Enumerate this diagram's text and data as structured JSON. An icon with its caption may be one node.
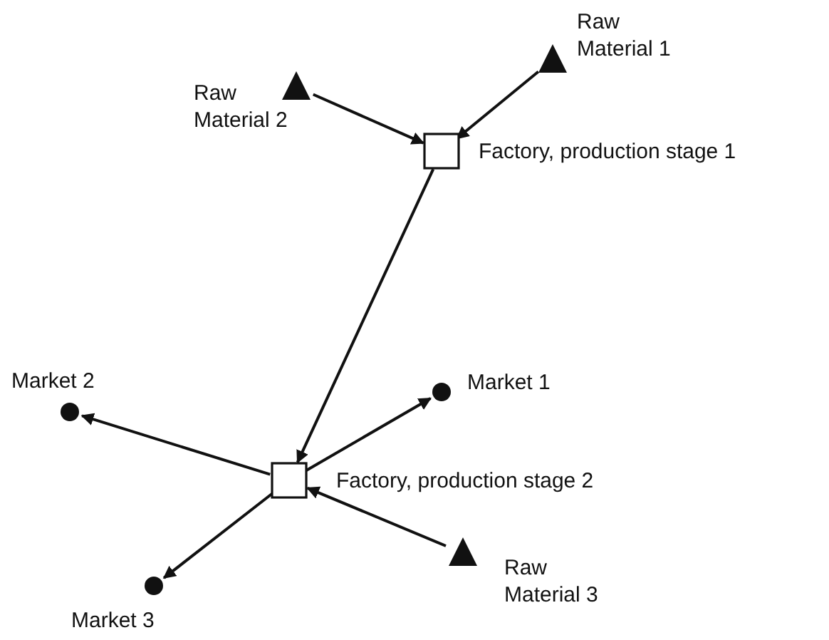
{
  "diagram": {
    "nodes": [
      {
        "text": [
          "Raw Material 1"
        ]
      },
      {
        "text": [
          "Raw Material 2"
        ]
      },
      {
        "text": [
          "Factory, production stage 1"
        ]
      },
      {
        "text": [
          "Factory, production stage 2"
        ]
      },
      {
        "text": [
          "Market 1"
        ]
      },
      {
        "text": [
          "Market 2"
        ]
      },
      {
        "text": [
          "Raw Material 3"
        ]
      },
      {
        "text": [
          "Market 3"
        ]
      }
    ],
    "edges": [
      {
        "from": 0,
        "to": 2,
        "arrow": "to"
      },
      {
        "from": 1,
        "to": 2,
        "arrow": "to"
      },
      {
        "from": 2,
        "to": 3,
        "arrow": "to"
      },
      {
        "from": 3,
        "to": 4,
        "arrow": "to"
      },
      {
        "from": 3,
        "to": 5,
        "arrow": "to"
      },
      {
        "from": 6,
        "to": 3,
        "arrow": "to"
      },
      {
        "from": 3,
        "to": 7,
        "arrow": "to"
      }
    ]
  }
}
